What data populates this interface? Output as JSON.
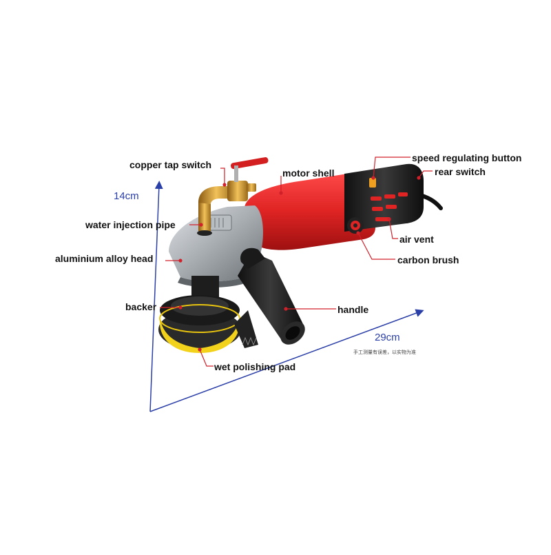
{
  "labels": {
    "copper_tap_switch": "copper tap switch",
    "motor_shell": "motor shell",
    "speed_regulating_button": "speed regulating button",
    "rear_switch": "rear switch",
    "water_injection_pipe": "water injection pipe",
    "air_vent": "air vent",
    "aluminium_alloy_head": "aluminium alloy head",
    "carbon_brush": "carbon brush",
    "backer": "backer",
    "handle": "handle",
    "wet_polishing_pad": "wet polishing pad"
  },
  "dimensions": {
    "height": "14cm",
    "length": "29cm",
    "note": "手工测量有误差，以实物为准"
  },
  "colors": {
    "leader_line": "#d0202a",
    "dimension": "#2b3fa8",
    "motor": "#e52a2a",
    "head": "#9aa0a6",
    "brass": "#c8962e",
    "pad": "#f2d21b"
  }
}
